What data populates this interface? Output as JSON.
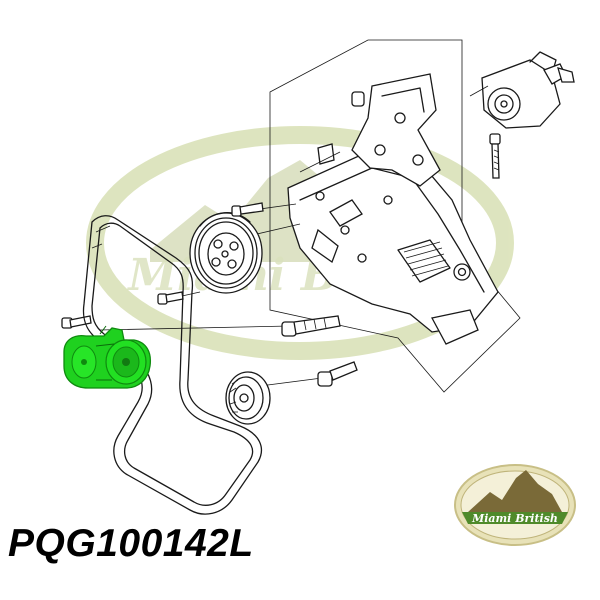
{
  "part_number": "PQG100142L",
  "watermark": {
    "text": "Miami British",
    "ring_color": "#d8e0b4",
    "mountain_color": "#c7d0a0"
  },
  "badge": {
    "text": "Miami British",
    "ring_color": "#e8e2b8",
    "mountain_color": "#7a6a38",
    "land_color": "#4f8a2a"
  },
  "colors": {
    "line_art": "#1a1a1a",
    "highlight": "#1fd11f",
    "highlight_dark": "#0f8a0f"
  },
  "icons": {
    "highlighted_part": "belt-tensioner-icon"
  }
}
